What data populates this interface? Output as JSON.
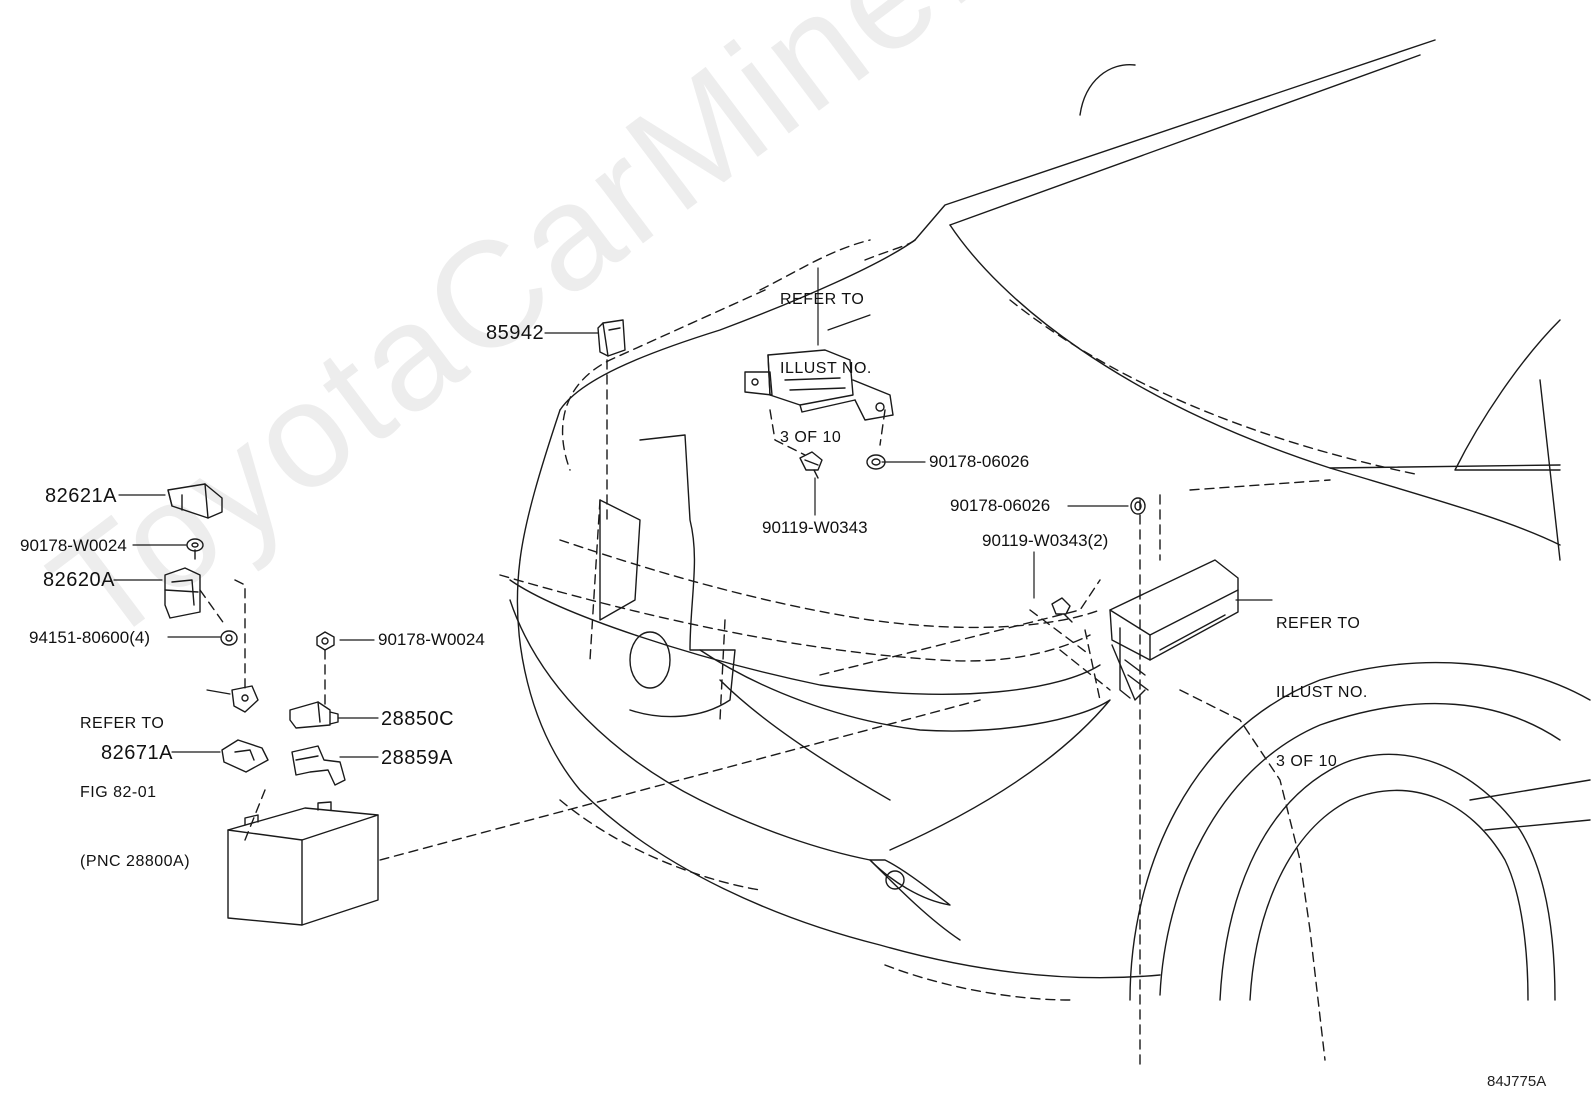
{
  "watermark": "ToyotaCarMine.ru",
  "diagram_code": "84J775A",
  "colors": {
    "line": "#1a1a1a",
    "watermark": "#ededed",
    "background": "#ffffff"
  },
  "parts": {
    "p85942": "85942",
    "p82621A": "82621A",
    "p90178_W0024_left": "90178-W0024",
    "p82620A": "82620A",
    "p94151": "94151-80600(4)",
    "p90178_W0024_mid": "90178-W0024",
    "p28850C": "28850C",
    "p82671A": "82671A",
    "p28859A": "28859A",
    "p90178_06026_upper": "90178-06026",
    "p90119_W0343": "90119-W0343",
    "p90178_06026_lower": "90178-06026",
    "p90119_W0343_2": "90119-W0343(2)"
  },
  "notes": {
    "refer_upper": [
      "REFER TO",
      "ILLUST NO.",
      "3 OF 10"
    ],
    "refer_right": [
      "REFER TO",
      "ILLUST NO.",
      "3 OF 10"
    ],
    "refer_fig": [
      "REFER TO",
      "FIG 82-01",
      "(PNC 28800A)"
    ]
  }
}
